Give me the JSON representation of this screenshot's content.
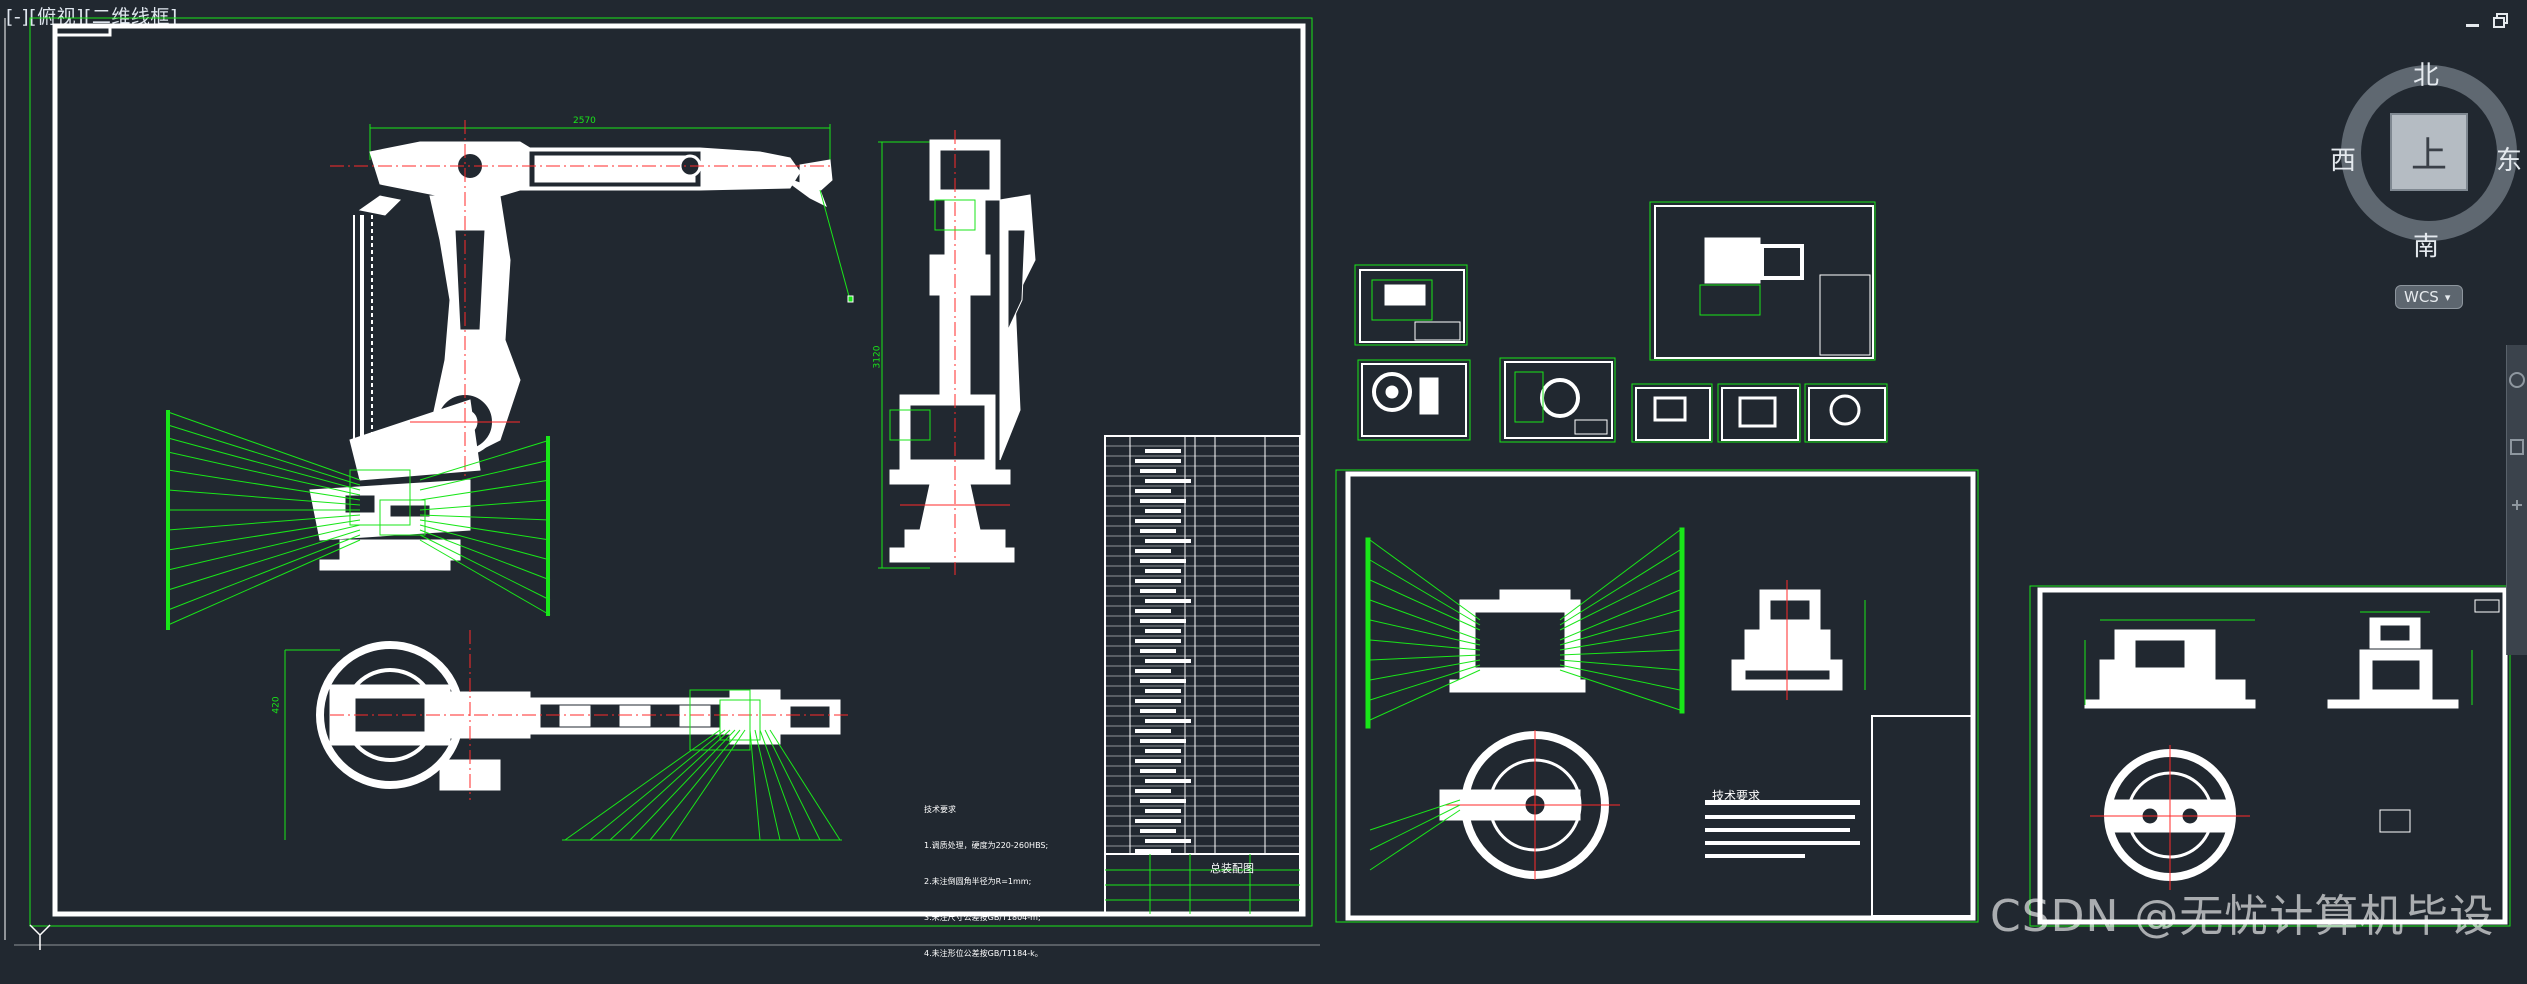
{
  "viewport": {
    "label": "[-][俯视][二维线框]"
  },
  "viewcube": {
    "north": "北",
    "south": "南",
    "east": "东",
    "west": "西",
    "top_face": "上",
    "wcs_label": "WCS"
  },
  "watermark": "CSDN @无忧计算机毕设",
  "main_sheet": {
    "dimension_top": "2570",
    "dimension_side": "3120",
    "dimension_plan": "420",
    "tech_notes": [
      "技术要求",
      "1.调质处理，硬度为220-260HBS;",
      "2.未注倒圆角半径为R=1mm;",
      "3.未注尺寸公差按GB/T1804-m;",
      "4.未注形位公差按GB/T1184-k。"
    ],
    "title_block_name": "总装配图"
  },
  "sheet_b": {
    "notes_title": "技术要求"
  },
  "colors": {
    "background": "#212830",
    "frame": "#ffffff",
    "leader": "#19e619",
    "centerline": "#ff2a2a",
    "dimension": "#19e619"
  }
}
